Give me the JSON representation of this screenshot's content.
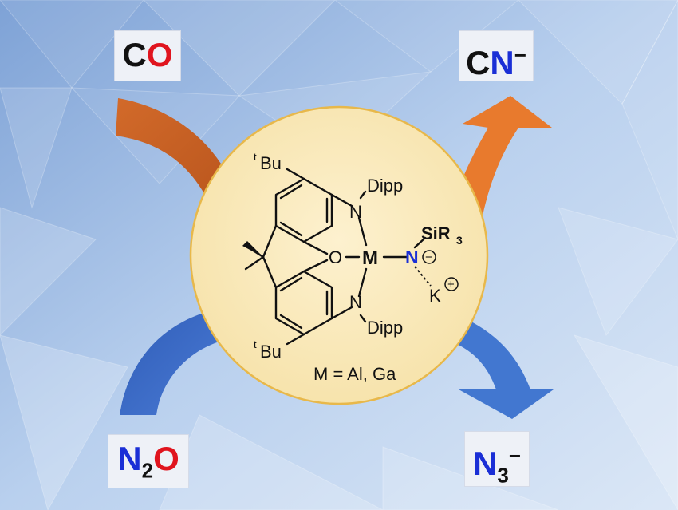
{
  "labels": {
    "co": {
      "c": "C",
      "o": "O"
    },
    "cn": {
      "c": "C",
      "n": "N",
      "charge": "−"
    },
    "n2o": {
      "n": "N",
      "sub": "2",
      "o": "O"
    },
    "n3": {
      "n": "N",
      "sub": "3",
      "charge": "−"
    }
  },
  "molecule": {
    "tbu_top": "Bu",
    "tbu_bottom": "Bu",
    "tbu_sup": "t",
    "dipp_top": "Dipp",
    "dipp_bottom": "Dipp",
    "n_top": "N",
    "n_bottom": "N",
    "o": "O",
    "m": "M",
    "n_amide": "N",
    "silyl": "SiR",
    "silyl_sub": "3",
    "k": "K",
    "minus": "−",
    "plus": "+",
    "caption": "M = Al, Ga"
  },
  "colors": {
    "background": "#9ab8e0",
    "circle": "#fbecc0",
    "circle_border": "#e8b84a",
    "arrow_orange": "#e7732b",
    "arrow_blue": "#3f6fcb",
    "red": "#e0141e",
    "blue": "#1a2fd6"
  }
}
